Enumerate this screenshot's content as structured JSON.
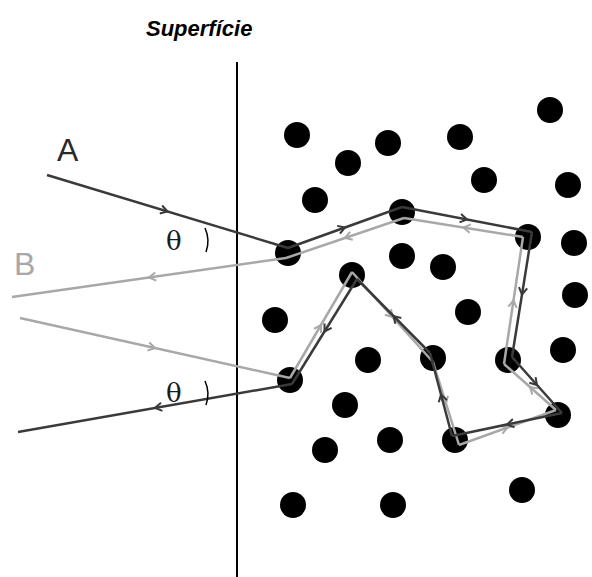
{
  "diagram": {
    "labels": [
      "Superfície",
      "A",
      "B",
      "θ",
      "θ"
    ]
  }
}
